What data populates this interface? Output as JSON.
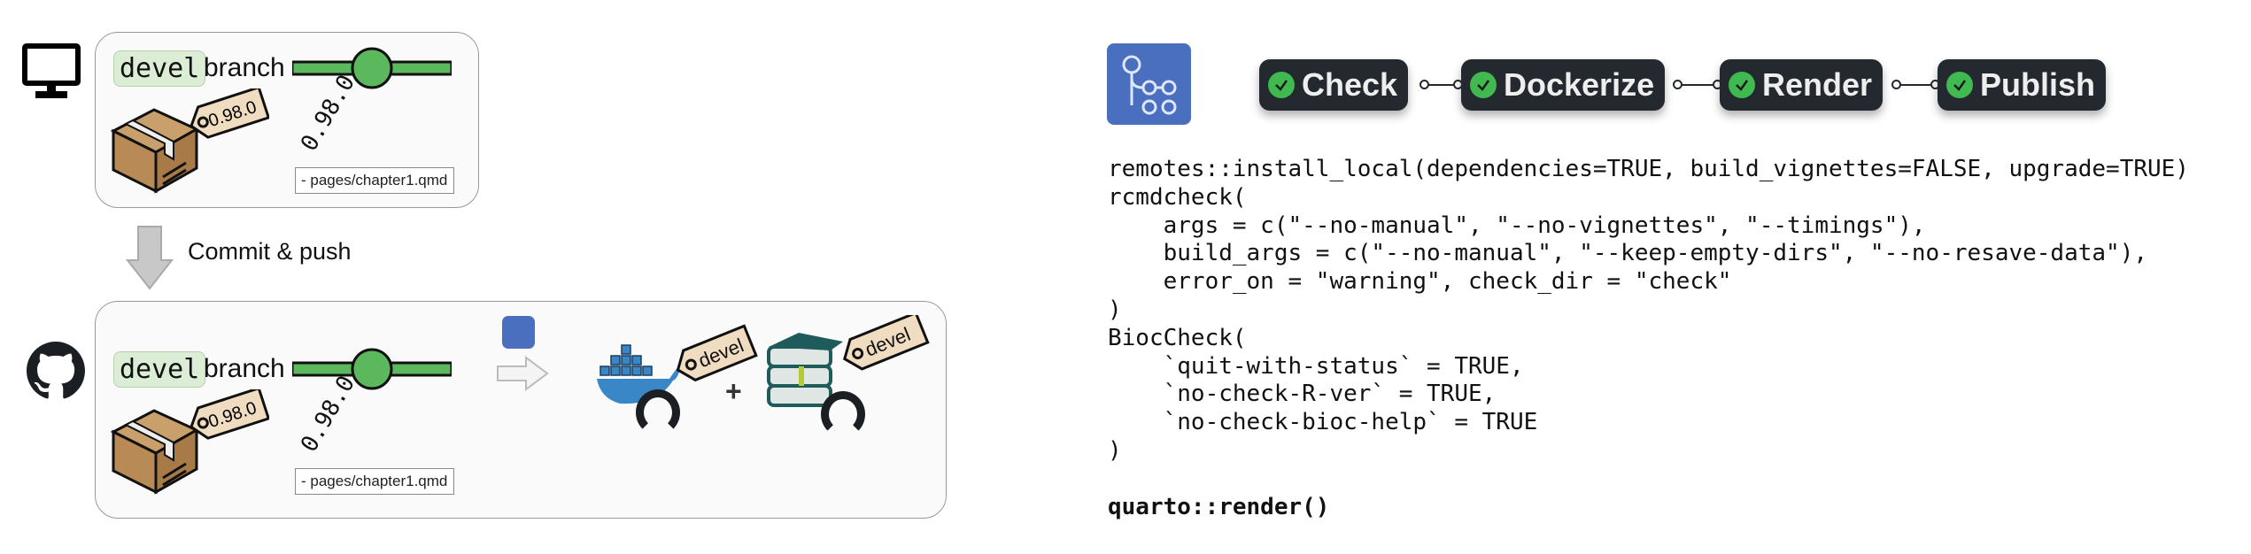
{
  "local": {
    "branch_name": "devel",
    "branch_label": "branch",
    "version_tag": "0.98.0",
    "commit_label": "0.98.0",
    "file": "- pages/chapter1.qmd"
  },
  "transition_label": "Commit & push",
  "remote": {
    "branch_name": "devel",
    "branch_label": "branch",
    "version_tag": "0.98.0",
    "commit_label": "0.98.0",
    "file": "- pages/chapter1.qmd",
    "docker_tag": "devel",
    "book_tag": "devel"
  },
  "workflow": {
    "jobs": [
      "Check",
      "Dockerize",
      "Render",
      "Publish"
    ]
  },
  "code": {
    "lines": [
      "remotes::install_local(dependencies=TRUE, build_vignettes=FALSE, upgrade=TRUE)",
      "rcmdcheck(",
      "    args = c(\"--no-manual\", \"--no-vignettes\", \"--timings\"),",
      "    build_args = c(\"--no-manual\", \"--keep-empty-dirs\", \"--no-resave-data\"),",
      "    error_on = \"warning\", check_dir = \"check\"",
      ")",
      "BiocCheck(",
      "    `quit-with-status` = TRUE,",
      "    `no-check-R-ver` = TRUE,",
      "    `no-check-bioc-help` = TRUE",
      ")",
      ""
    ],
    "final_line": "quarto::render()"
  },
  "colors": {
    "commit_green": "#5cb85c",
    "pill_bg": "#24292f",
    "actions_blue": "#4a6fbf"
  }
}
